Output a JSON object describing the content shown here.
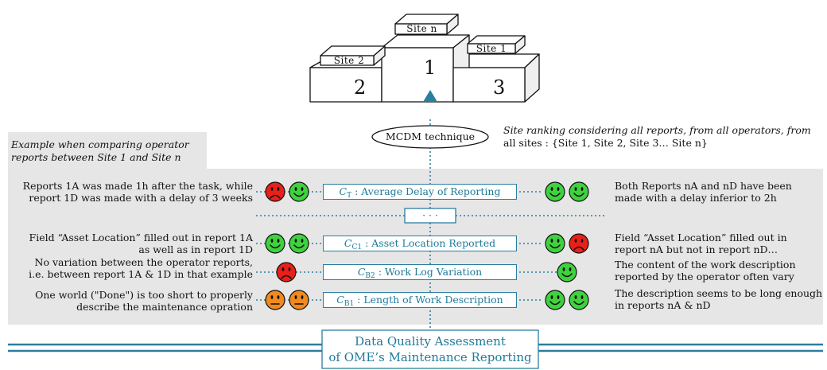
{
  "podium": {
    "first_label": "Site n",
    "second_label": "Site 2",
    "third_label": "Site 1",
    "rank_first": "1",
    "rank_second": "2",
    "rank_third": "3"
  },
  "example_caption_line1": "Example when comparing operator",
  "example_caption_line2": "reports between Site 1 and Site n",
  "mcdm_label": "MCDM technique",
  "ranking_note_line1": "Site ranking considering all reports, from all operators, from",
  "ranking_note_line2": "all sites : {Site 1, Site 2, Site 3… Site n}",
  "criteria": [
    {
      "symbol": "C",
      "subscript": "T",
      "name": ": Average Delay of Reporting",
      "left_line1": "Reports 1A was made 1h after the task, while",
      "left_line2": "report 1D was made with a delay of 3 weeks",
      "right_line1": "Both Reports nA and nD have been",
      "right_line2": "made with a delay inferior to 2h",
      "left_faces": [
        "sad",
        "happy"
      ],
      "right_faces": [
        "happy",
        "happy"
      ]
    },
    {
      "symbol": "C",
      "subscript": "C1",
      "name": ": Asset Location Reported",
      "left_line1": "Field “Asset Location” filled out in report 1A",
      "left_line2": "as well as in report 1D",
      "right_line1": "Field “Asset Location” filled out in",
      "right_line2": "report nA but not in report nD…",
      "left_faces": [
        "happy",
        "happy"
      ],
      "right_faces": [
        "happy",
        "sad"
      ]
    },
    {
      "symbol": "C",
      "subscript": "B2",
      "name": ": Work Log Variation",
      "left_line1": "No variation between the operator reports,",
      "left_line2": "i.e. between report 1A & 1D in that example",
      "right_line1": "The content of the work description",
      "right_line2": "reported by the operator often vary",
      "left_faces": [
        "sad"
      ],
      "right_faces": [
        "happy"
      ]
    },
    {
      "symbol": "C",
      "subscript": "B1",
      "name": ": Length of Work Description",
      "left_line1": "One world (\"Done\") is too short to properly",
      "left_line2": "describe the maintenance opration",
      "right_line1": "The description seems to be long enough",
      "right_line2": "in reports nA & nD",
      "left_faces": [
        "neutral",
        "neutral"
      ],
      "right_faces": [
        "happy",
        "happy"
      ]
    }
  ],
  "ellipsis": "· · ·",
  "base_line1": "Data Quality Assessment",
  "base_line2": "of OME’s Maintenance Reporting",
  "colors": {
    "accent": "#2b7ea0",
    "panel": "#e6e6e6",
    "happy": "#3fd23f",
    "sad": "#e8201a",
    "neutral": "#f08a1c"
  }
}
